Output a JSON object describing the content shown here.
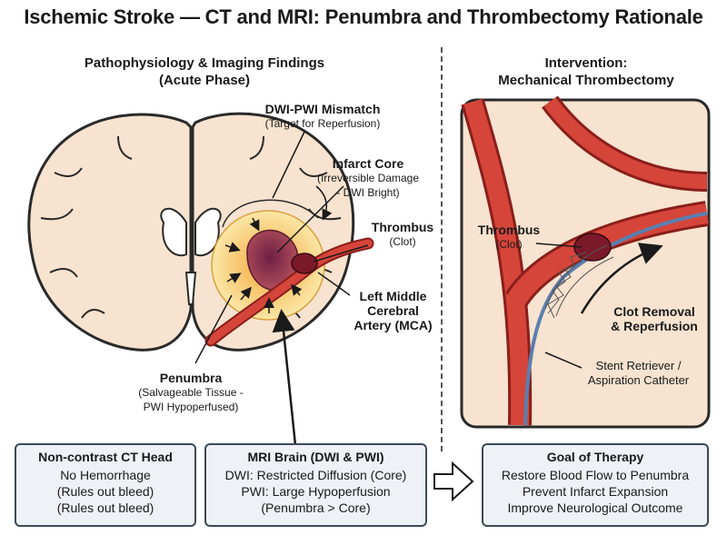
{
  "title": "Ischemic Stroke — CT and MRI: Penumbra and Thrombectomy Rationale",
  "left_panel": {
    "heading_line1": "Pathophysiology & Imaging Findings",
    "heading_line2": "(Acute Phase)",
    "mismatch": {
      "title": "DWI-PWI Mismatch",
      "sub": "(Target for Reperfusion)"
    },
    "core": {
      "title": "Infarct Core",
      "sub1": "(Irreversible Damage",
      "sub2": "- DWI Bright)"
    },
    "thrombus": {
      "title": "Thrombus",
      "sub": "(Clot)"
    },
    "mca": {
      "line1": "Left Middle",
      "line2": "Cerebral",
      "line3": "Artery (MCA)"
    },
    "penumbra": {
      "title": "Penumbra",
      "sub1": "(Salvageable Tissue -",
      "sub2": "PWI Hypoperfused)"
    }
  },
  "right_panel": {
    "heading_line1": "Intervention:",
    "heading_line2": "Mechanical Thrombectomy",
    "thrombus": {
      "title": "Thrombus",
      "sub": "(Clot)"
    },
    "removal": {
      "line1": "Clot Removal",
      "line2": "& Reperfusion"
    },
    "device": {
      "line1": "Stent Retriever /",
      "line2": "Aspiration Catheter"
    }
  },
  "boxes": {
    "ct": {
      "title": "Non-contrast CT Head",
      "lines": [
        "No Hemorrhage",
        "(Rules out bleed)",
        "(Rules out bleed)"
      ]
    },
    "mri": {
      "title": "MRI Brain (DWI & PWI)",
      "lines": [
        "DWI: Restricted Diffusion (Core)",
        "PWI: Large Hypoperfusion",
        "(Penumbra > Core)"
      ]
    },
    "goal": {
      "title": "Goal of Therapy",
      "lines": [
        "Restore Blood Flow to Penumbra",
        "Prevent Infarct Expansion",
        "Improve Neurological Outcome"
      ]
    }
  },
  "colors": {
    "brain": "#f7e3cf",
    "penumbra": "#f6c15a",
    "core": "#8b2a4a",
    "artery": "#c8342c",
    "box_fill": "#eef1f5",
    "box_border": "#3c4a5a"
  }
}
